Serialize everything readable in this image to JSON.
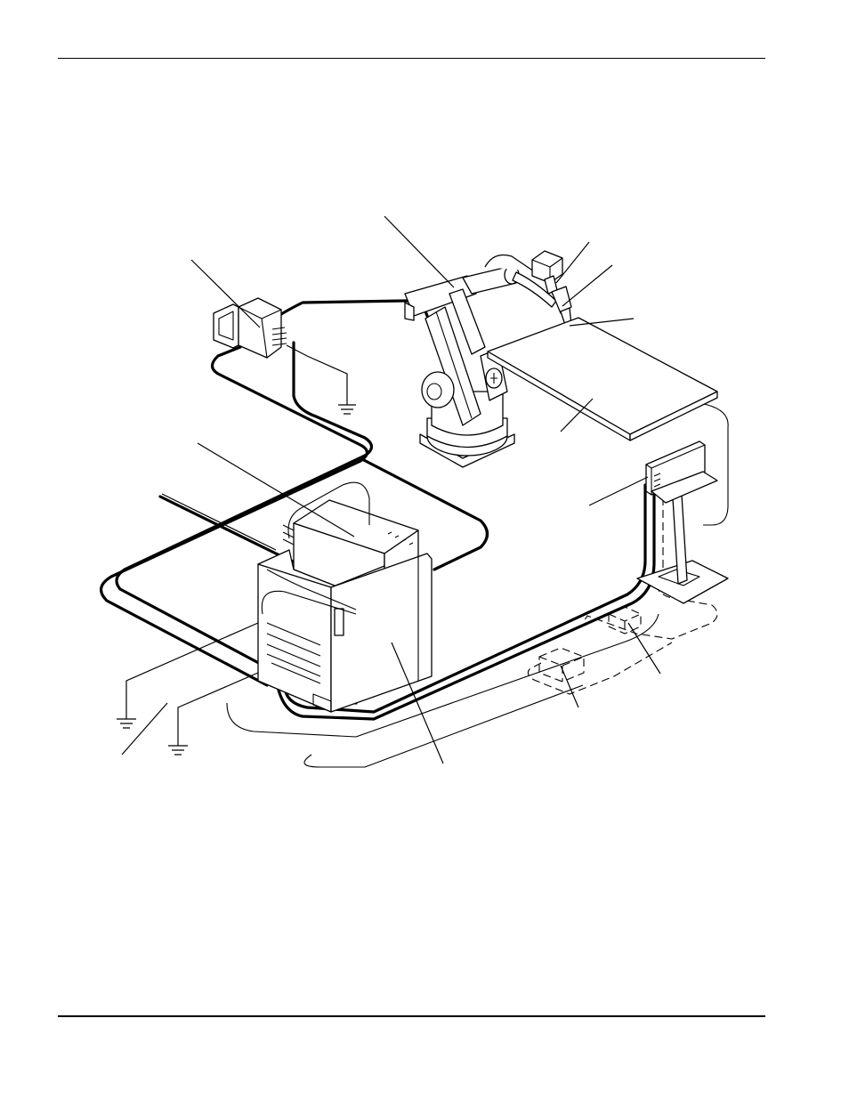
{
  "figure": {
    "elements": [
      "robot-arm",
      "welding-torch",
      "torch-cable",
      "work-table",
      "wire-feeder",
      "robot-controller",
      "welding-power-source",
      "teach-pendant-stand",
      "junction-box-left",
      "junction-box-right"
    ]
  }
}
